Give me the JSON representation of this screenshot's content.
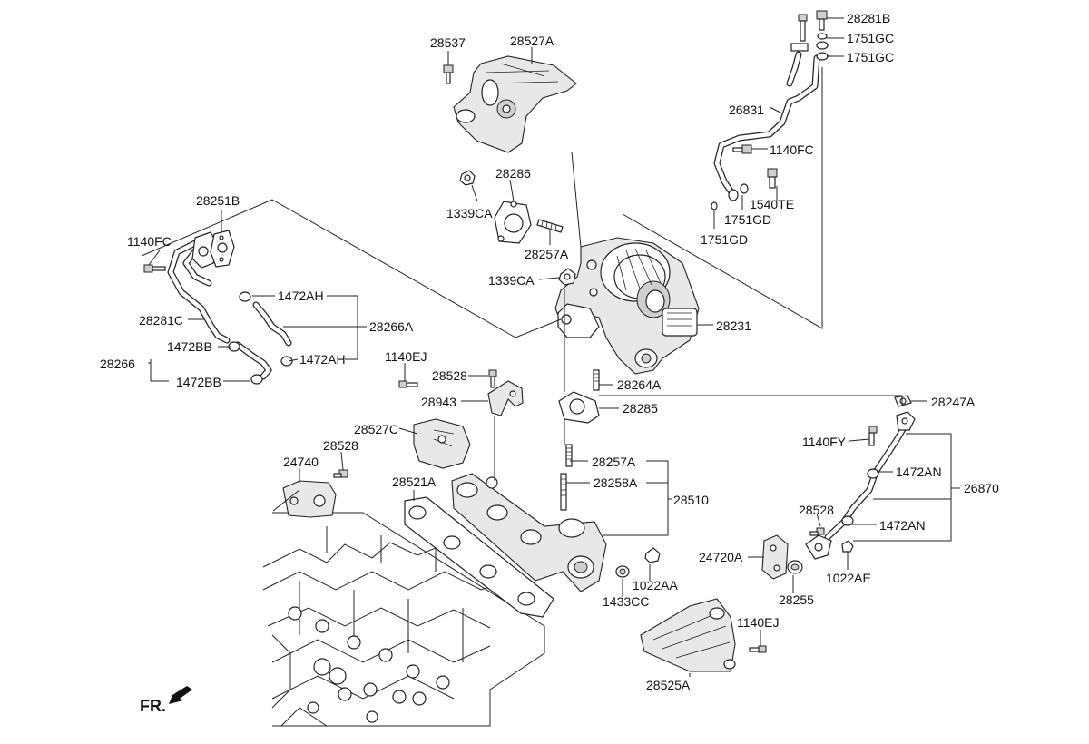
{
  "diagram": {
    "front_marker": "FR.",
    "callouts": [
      {
        "id": "c01",
        "text": "28281B"
      },
      {
        "id": "c02",
        "text": "1751GC"
      },
      {
        "id": "c03",
        "text": "1751GC"
      },
      {
        "id": "c04",
        "text": "28537"
      },
      {
        "id": "c05",
        "text": "28527A"
      },
      {
        "id": "c06",
        "text": "26831"
      },
      {
        "id": "c07",
        "text": "1140FC"
      },
      {
        "id": "c08",
        "text": "28286"
      },
      {
        "id": "c09",
        "text": "1540TE"
      },
      {
        "id": "c10",
        "text": "28251B"
      },
      {
        "id": "c11",
        "text": "1339CA"
      },
      {
        "id": "c12",
        "text": "1751GD"
      },
      {
        "id": "c13",
        "text": "1751GD"
      },
      {
        "id": "c14",
        "text": "1140FC"
      },
      {
        "id": "c15",
        "text": "28257A"
      },
      {
        "id": "c16",
        "text": "1339CA"
      },
      {
        "id": "c17",
        "text": "1472AH"
      },
      {
        "id": "c18",
        "text": "28281C"
      },
      {
        "id": "c19",
        "text": "28266A"
      },
      {
        "id": "c20",
        "text": "28231"
      },
      {
        "id": "c21",
        "text": "1472BB"
      },
      {
        "id": "c22",
        "text": "1472AH"
      },
      {
        "id": "c23",
        "text": "1140EJ"
      },
      {
        "id": "c24",
        "text": "28266"
      },
      {
        "id": "c25",
        "text": "28528"
      },
      {
        "id": "c26",
        "text": "1472BB"
      },
      {
        "id": "c27",
        "text": "28264A"
      },
      {
        "id": "c28",
        "text": "28943"
      },
      {
        "id": "c29",
        "text": "28285"
      },
      {
        "id": "c30",
        "text": "28247A"
      },
      {
        "id": "c31",
        "text": "28527C"
      },
      {
        "id": "c32",
        "text": "1140FY"
      },
      {
        "id": "c33",
        "text": "28528"
      },
      {
        "id": "c34",
        "text": "28257A"
      },
      {
        "id": "c35",
        "text": "24740"
      },
      {
        "id": "c36",
        "text": "1472AN"
      },
      {
        "id": "c37",
        "text": "28521A"
      },
      {
        "id": "c38",
        "text": "28258A"
      },
      {
        "id": "c39",
        "text": "26870"
      },
      {
        "id": "c40",
        "text": "28510"
      },
      {
        "id": "c41",
        "text": "28528"
      },
      {
        "id": "c42",
        "text": "1472AN"
      },
      {
        "id": "c43",
        "text": "24720A"
      },
      {
        "id": "c44",
        "text": "1022AA"
      },
      {
        "id": "c45",
        "text": "1022AE"
      },
      {
        "id": "c46",
        "text": "28255"
      },
      {
        "id": "c47",
        "text": "1433CC"
      },
      {
        "id": "c48",
        "text": "1140EJ"
      },
      {
        "id": "c49",
        "text": "28525A"
      }
    ]
  }
}
